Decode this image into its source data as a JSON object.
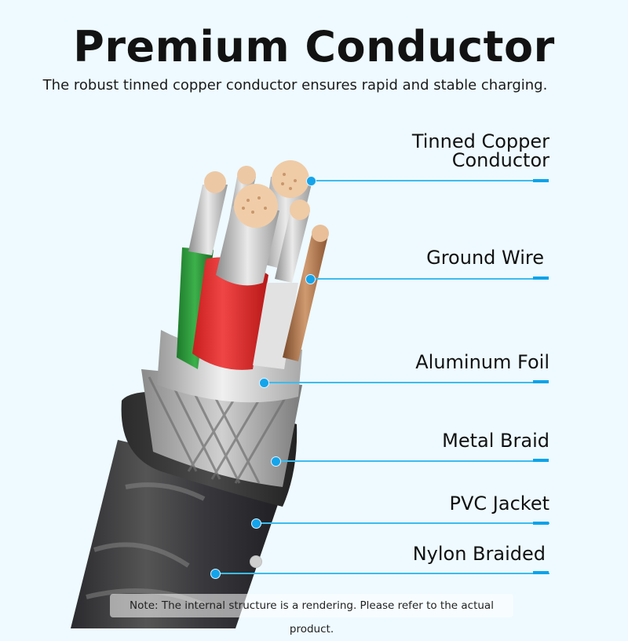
{
  "header": {
    "title": "Premium Conductor",
    "subtitle": "The robust tinned copper conductor ensures rapid and stable charging."
  },
  "callouts": [
    {
      "label_line1": "Tinned Copper",
      "label_line2": "Conductor",
      "key": "tinned-copper-conductor"
    },
    {
      "label": "Ground Wire",
      "key": "ground-wire"
    },
    {
      "label": "Aluminum Foil",
      "key": "aluminum-foil"
    },
    {
      "label": "Metal Braid",
      "key": "metal-braid"
    },
    {
      "label": "PVC Jacket",
      "key": "pvc-jacket"
    },
    {
      "label": "Nylon Braided",
      "key": "nylon-braided"
    }
  ],
  "footer": {
    "note": "Note: The internal structure is a rendering. Please refer to the actual product."
  },
  "colors": {
    "background": "#eefaff",
    "accent_line": "#3cbcef",
    "accent_dot": "#14a4eb"
  }
}
